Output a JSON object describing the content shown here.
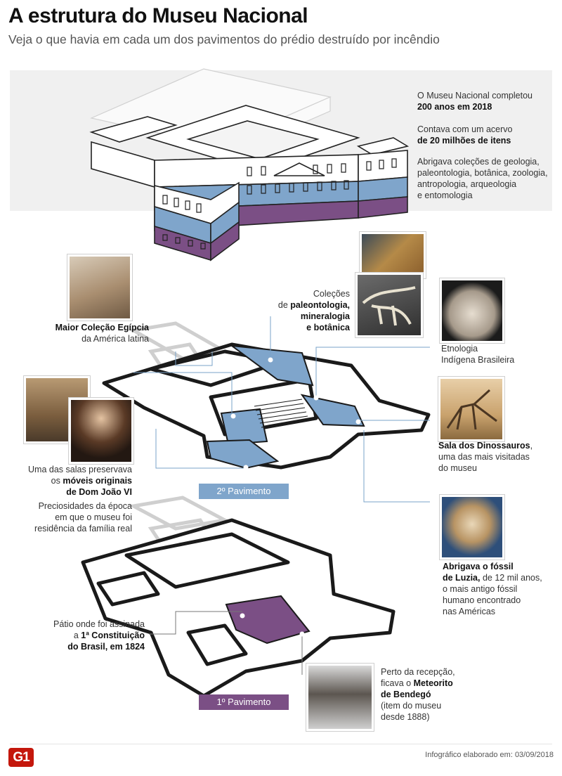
{
  "header": {
    "title": "A estrutura do Museu Nacional",
    "subtitle": "Veja o que havia em cada um dos pavimentos do prédio destruído por incêndio"
  },
  "colors": {
    "floor2": "#7fa5cb",
    "floor1": "#7b4f85",
    "hero_bg": "#f0f0f0",
    "brand_red": "#c4170c"
  },
  "facts": [
    {
      "pre": "O Museu Nacional completou",
      "bold": "200 anos em 2018"
    },
    {
      "pre": "Contava com um acervo",
      "bold": "de 20 milhões de itens"
    },
    {
      "lines": [
        "Abrigava coleções de geologia,",
        "paleontologia, botânica, zoologia,",
        "antropologia, arqueologia",
        "e entomologia"
      ]
    }
  ],
  "callouts": {
    "egito": {
      "bold": "Maior Coleção Egípcia",
      "normal": "da América latina"
    },
    "colecoes": {
      "line1": "Coleções",
      "pre2": "de ",
      "bold2": "paleontologia,",
      "bold3": "mineralogia",
      "bold4": "e botânica"
    },
    "etnologia": {
      "line1": "Etnologia",
      "line2": "Indígena Brasileira"
    },
    "dinossauros": {
      "bold": "Sala dos Dinossauros",
      "rest": ",",
      "line2": "uma das mais visitadas",
      "line3": "do museu"
    },
    "moveis": {
      "line1": "Uma das salas preservava",
      "pre2": "os ",
      "bold2": "móveis originais",
      "bold3": "de Dom João VI"
    },
    "preciosidades": {
      "line1": "Preciosidades da época",
      "line2": "em que o museu foi",
      "line3": "residência da família real"
    },
    "luzia": {
      "bold1": "Abrigava o fóssil",
      "bold2": "de Luzia,",
      "rest2": " de 12 mil anos,",
      "line3": "o mais antigo fóssil",
      "line4": "humano encontrado",
      "line5": "nas Américas"
    },
    "patio": {
      "line1": "Pátio onde foi assinada",
      "pre2": "a ",
      "bold2": "1ª Constituição",
      "bold3": "do Brasil, em 1824"
    },
    "bendego": {
      "line1": "Perto da recepção,",
      "pre2": "ficava o ",
      "bold2": "Meteorito",
      "bold3": "de Bendegó",
      "line4": "(item do museu",
      "line5": "desde 1888)"
    }
  },
  "floors": {
    "second": "2º Pavimento",
    "first": "1º Pavimento"
  },
  "footer": {
    "logo": "G1",
    "credit": "Infográfico elaborado em: 03/09/2018"
  }
}
